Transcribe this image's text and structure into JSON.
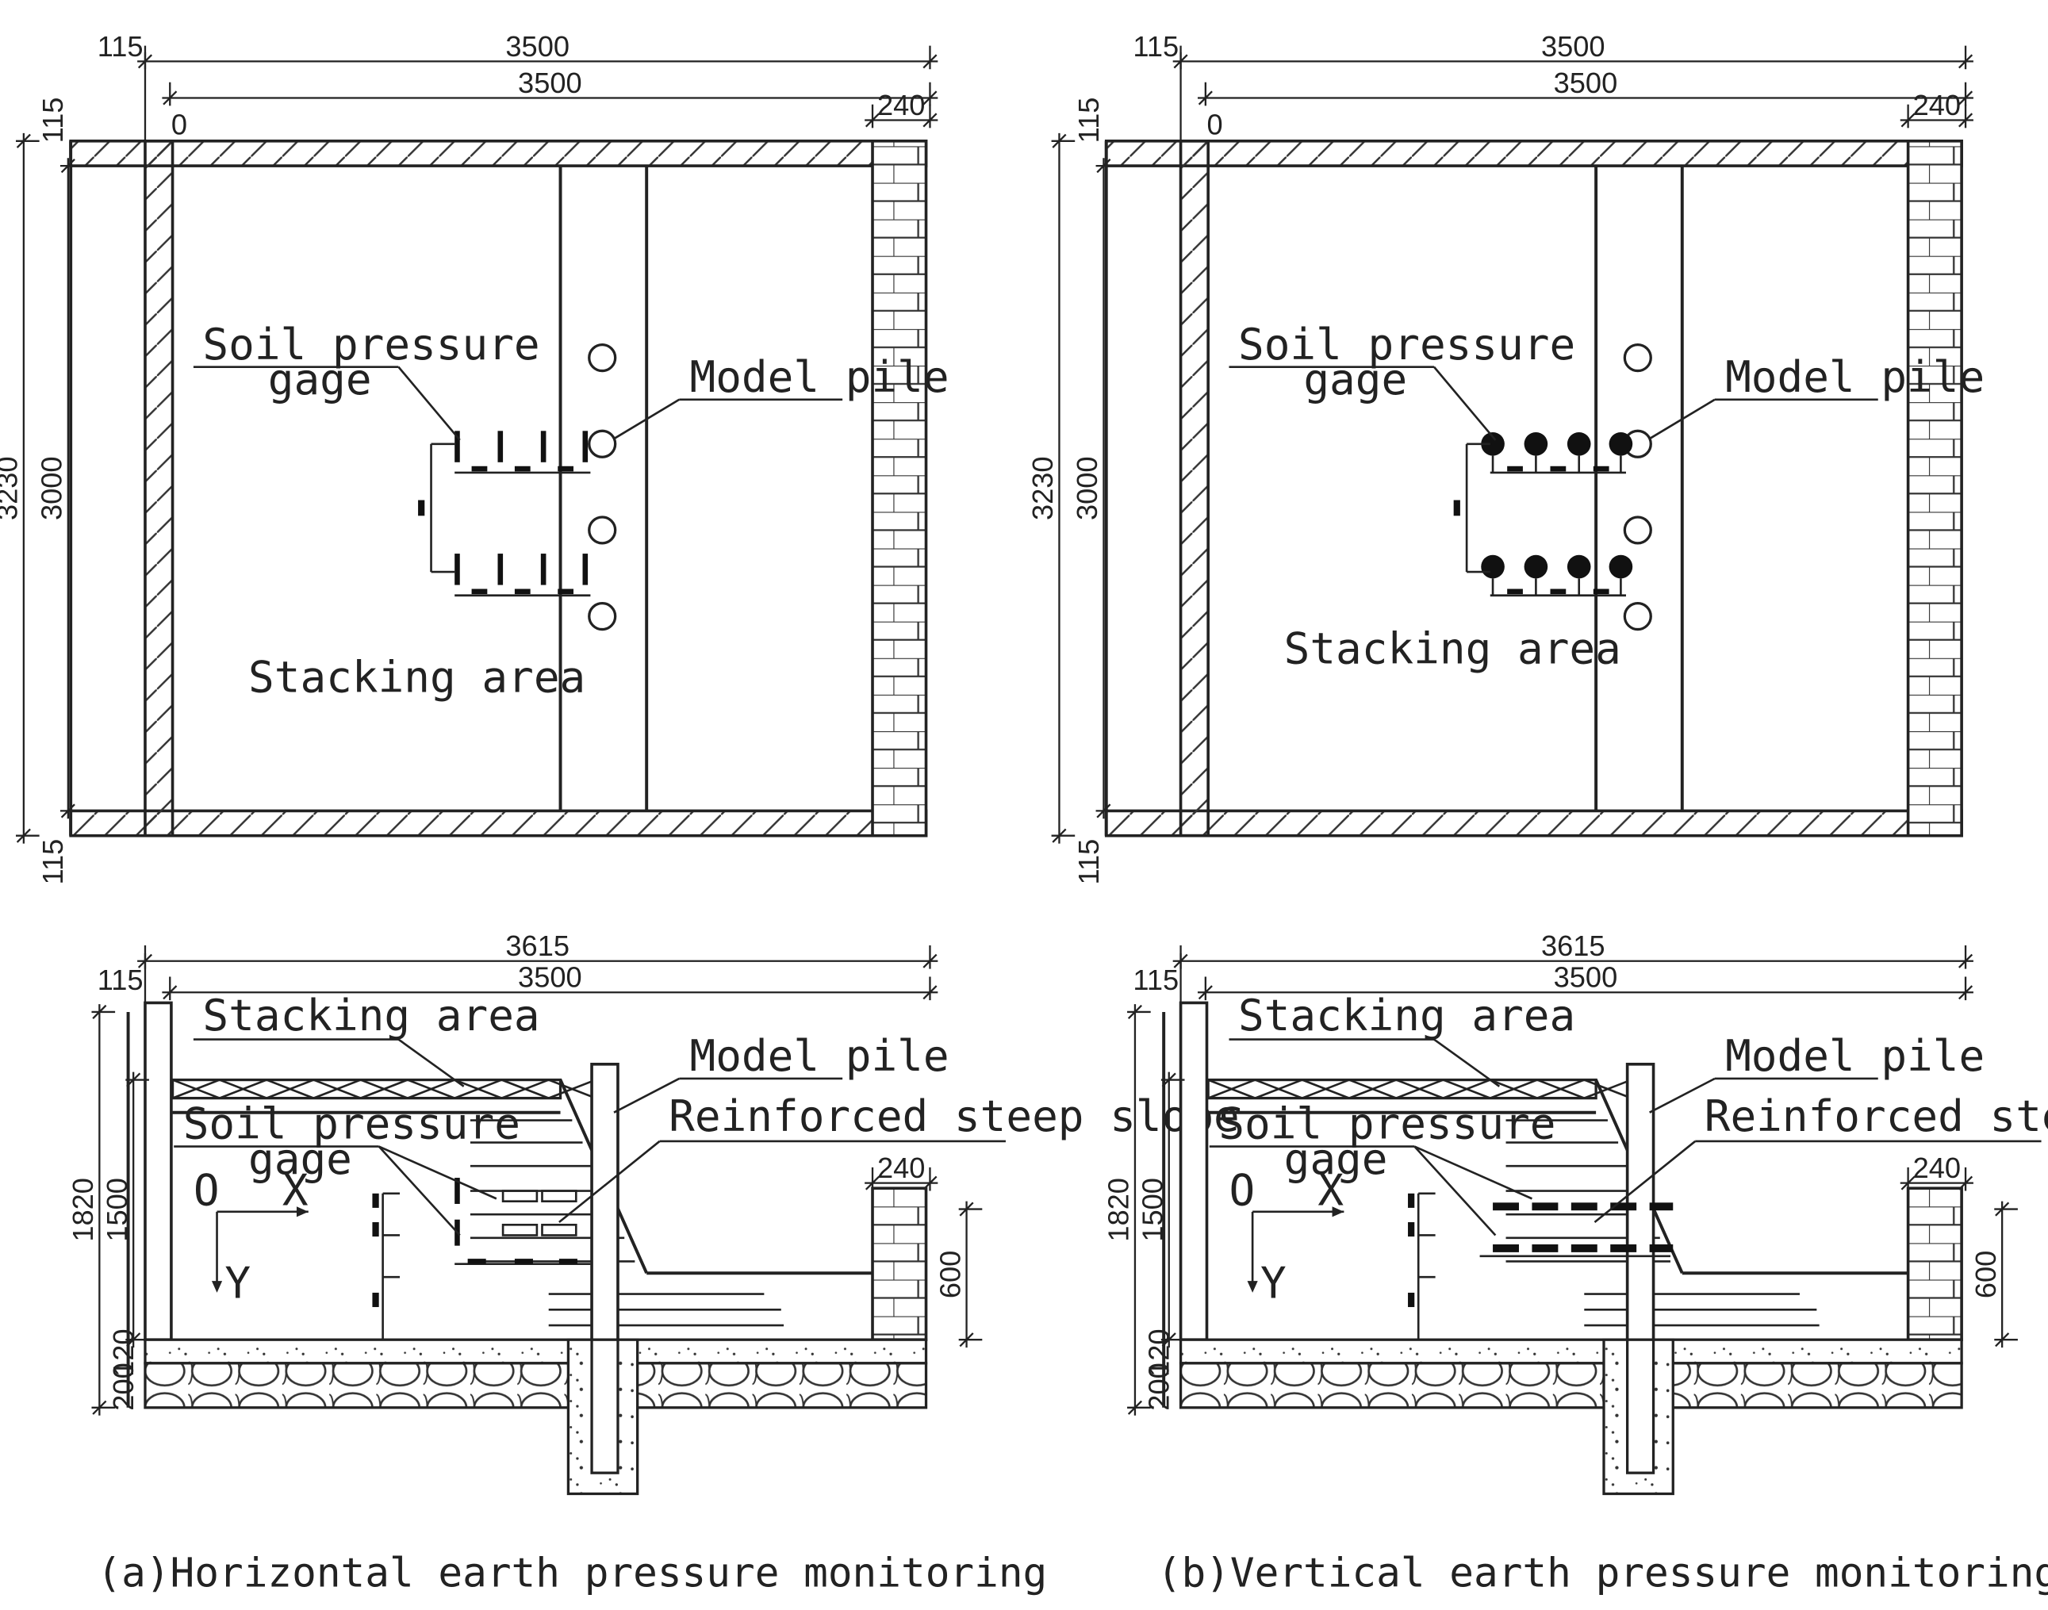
{
  "panels": [
    {
      "id": "a",
      "caption": "(a)Horizontal earth pressure monitoring",
      "gage_style": "horizontal",
      "plan": {
        "dim_left_wall": "115",
        "dim_total_top": "3500",
        "dim_inner_top": "3500",
        "dim_right_wall": "240",
        "dim_top_wall": "115",
        "dim_bottom_wall": "115",
        "dim_outer_height": "3230",
        "dim_inner_height": "3000",
        "origin_mark": "0",
        "label_gage_line1": "Soil pressure",
        "label_gage_line2": "gage",
        "label_pile": "Model pile",
        "label_stacking": "Stacking area"
      },
      "section": {
        "dim_total": "3615",
        "dim_inner": "3500",
        "dim_left_wall": "115",
        "dim_right_wall": "240",
        "dim_height_total": "1820",
        "dim_height_fill": "1500",
        "dim_slab": "120",
        "dim_base": "200",
        "dim_wall_height": "600",
        "label_stacking": "Stacking area",
        "label_pile": "Model pile",
        "label_slope": "Reinforced steep slope",
        "label_gage_line1": "Soil pressure",
        "label_gage_line2": "gage",
        "axis_origin": "O",
        "axis_x": "X",
        "axis_y": "Y"
      }
    },
    {
      "id": "b",
      "caption": "(b)Vertical earth pressure monitoring",
      "gage_style": "vertical",
      "plan": {
        "dim_left_wall": "115",
        "dim_total_top": "3500",
        "dim_inner_top": "3500",
        "dim_right_wall": "240",
        "dim_top_wall": "115",
        "dim_bottom_wall": "115",
        "dim_outer_height": "3230",
        "dim_inner_height": "3000",
        "origin_mark": "0",
        "label_gage_line1": "Soil pressure",
        "label_gage_line2": "gage",
        "label_pile": "Model pile",
        "label_stacking": "Stacking area"
      },
      "section": {
        "dim_total": "3615",
        "dim_inner": "3500",
        "dim_left_wall": "115",
        "dim_right_wall": "240",
        "dim_height_total": "1820",
        "dim_height_fill": "1500",
        "dim_slab": "120",
        "dim_base": "200",
        "dim_wall_height": "600",
        "label_stacking": "Stacking area",
        "label_pile": "Model pile",
        "label_slope": "Reinforced steep slope",
        "label_gage_line1": "Soil pressure",
        "label_gage_line2": "gage",
        "axis_origin": "O",
        "axis_x": "X",
        "axis_y": "Y"
      }
    }
  ]
}
